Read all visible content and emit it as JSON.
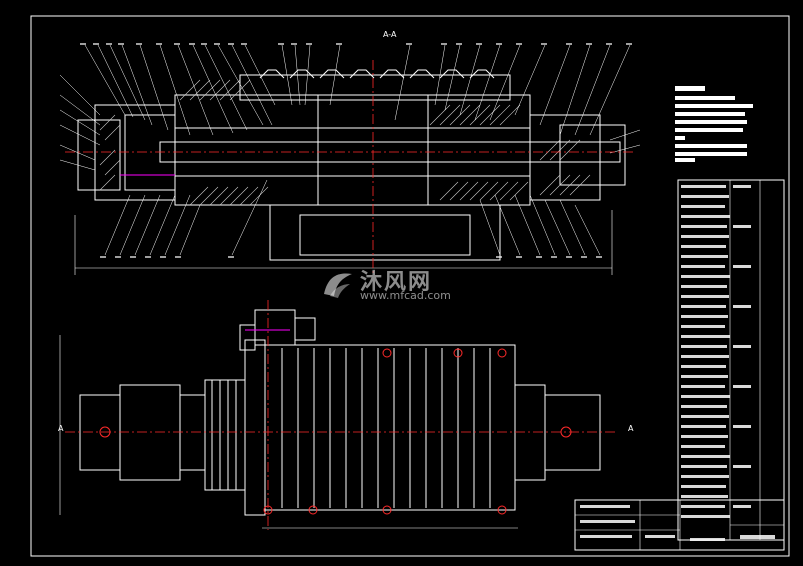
{
  "watermark": {
    "brand_cn": "沐风网",
    "brand_url": "www.mfcad.com"
  },
  "section_marks": {
    "top_label": "A-A",
    "left_mark": "A",
    "right_mark": "A"
  },
  "colors": {
    "background": "#000000",
    "outline": "#ffffff",
    "centerline": "#ff2a2a",
    "accent": "#ff00ff",
    "hatch": "#c8c8c8",
    "dimension": "#ffffff"
  },
  "icons": {
    "watermark_logo": "mfcad-logo"
  }
}
